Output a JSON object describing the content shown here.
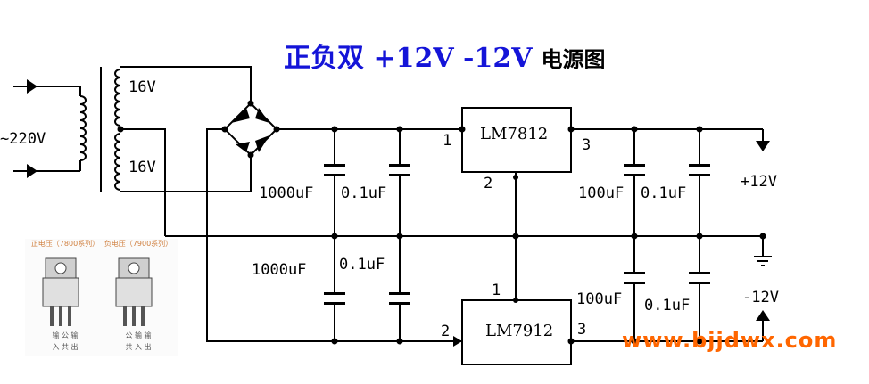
{
  "title": {
    "main": "正负双 +12V -12V",
    "suffix": "电源图"
  },
  "labels": {
    "ac_input": "~220V",
    "secondary_top": "16V",
    "secondary_bottom": "16V",
    "c1": "1000uF",
    "c2": "0.1uF",
    "c3": "1000uF",
    "c4": "0.1uF",
    "c5": "100uF",
    "c6": "0.1uF",
    "c7": "100uF",
    "c8": "0.1uF",
    "out_pos": "+12V",
    "out_neg": "-12V"
  },
  "regulators": {
    "pos": {
      "name": "LM7812",
      "pin_in": "1",
      "pin_gnd": "2",
      "pin_out": "3"
    },
    "neg": {
      "name": "LM7912",
      "pin_gnd": "1",
      "pin_in": "2",
      "pin_out": "3"
    }
  },
  "packages": {
    "left": {
      "head": "正电压（7800系列）",
      "foot1": "输 公 输",
      "foot2": "入 共 出"
    },
    "right": {
      "head": "负电压（7900系列）",
      "foot1": "公 输 输",
      "foot2": "共 入 出"
    }
  },
  "watermark": "www.bjjdwx.com"
}
